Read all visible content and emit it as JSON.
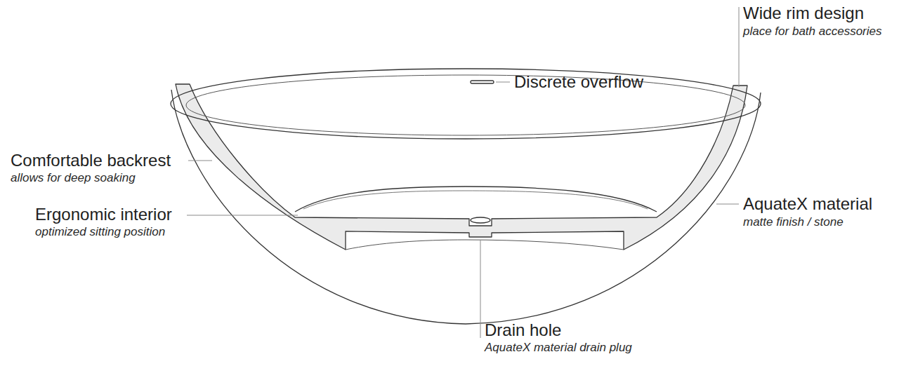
{
  "diagram": {
    "labels": [
      "Wide rim design",
      "place for bath accessories",
      "Discrete overflow",
      "Comfortable backrest",
      "allows for deep soaking",
      "Ergonomic interior",
      "optimized sitting position",
      "AquateX material",
      "matte finish / stone",
      "Drain hole",
      "AquateX material drain plug"
    ]
  }
}
